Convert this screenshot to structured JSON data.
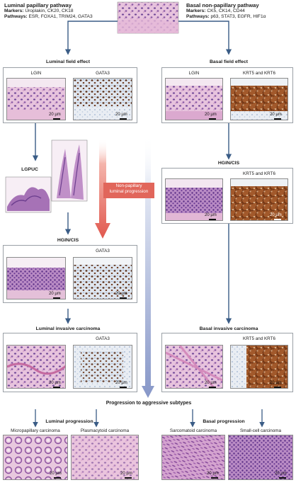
{
  "header": {
    "luminal": {
      "title": "Luminal papillary pathway",
      "markers_label": "Markers:",
      "markers": "Uroplakin, CK20, CK18",
      "pathways_label": "Pathways:",
      "pathways": "ESR, FOXA1, TRIM24, GATA3"
    },
    "basal": {
      "title": "Basal non-papillary pathway",
      "markers_label": "Markers:",
      "markers": "CK5, CK14, CD44",
      "pathways_label": "Pathways:",
      "pathways": "p63, STAT3, EGFR, HIF1α"
    }
  },
  "sections": {
    "luminal_field": {
      "title": "Luminal field effect",
      "left_label": "LGIN",
      "right_label": "GATA3",
      "left_scale": "20 µm",
      "right_scale": "20 µm"
    },
    "basal_field": {
      "title": "Basal field effect",
      "left_label": "LGIN",
      "right_label": "KRT5 and KRT6",
      "left_scale": "20 µm",
      "right_scale": "20 µm"
    },
    "lgpuc": {
      "title": "LGPUC"
    },
    "nonpap_label": "Non-papillary\nluminal progression",
    "hgin_lum": {
      "title": "HGIN/CIS",
      "right_label": "GATA3",
      "left_scale": "20 µm",
      "right_scale": "20 µm"
    },
    "hgin_bas": {
      "title": "HGIN/CIS",
      "right_label": "KRT5 and KRT6",
      "left_scale": "20 µm",
      "right_scale": "20 µm"
    },
    "lum_inv": {
      "title": "Luminal invasive carcinoma",
      "right_label": "GATA3",
      "left_scale": "20 µm",
      "right_scale": "20 µm"
    },
    "bas_inv": {
      "title": "Basal invasive carcinoma",
      "right_label": "KRT5 and KRT6",
      "left_scale": "20 µm",
      "right_scale": "20 µm"
    },
    "progression_title": "Progression to aggressive subtypes",
    "lum_prog": {
      "title": "Luminal progression",
      "left_label": "Micropapillary carcinoma",
      "right_label": "Plasmacytoid carcinoma",
      "left_scale": "20 µm",
      "right_scale": "20 µm"
    },
    "bas_prog": {
      "title": "Basal progression",
      "left_label": "Sarcomatoid carcinoma",
      "right_label": "Small-cell carcinoma",
      "left_scale": "20 µm",
      "right_scale": "20 µm"
    }
  },
  "colors": {
    "he_pink": "#d9a6c8",
    "he_purple": "#7a4a9a",
    "dab_brown": "#5a2e18",
    "ihc_blue": "#a9bedb",
    "arrow_navy": "#3a5c86",
    "red_arrow": "#e1584e",
    "blue_arrow": "#9fb0d4",
    "panel_border": "#9aa0a6"
  }
}
